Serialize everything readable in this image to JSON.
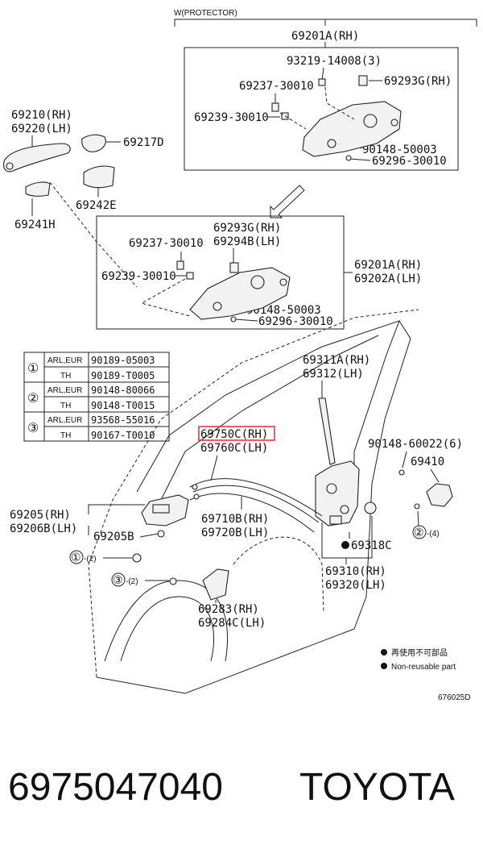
{
  "header": {
    "protector_label": "W(PROTECTOR)"
  },
  "labels": {
    "p69201A_top": "69201A(RH)",
    "p93219": "93219-14008(3)",
    "p69293G_top": "69293G(RH)",
    "p69237_top": "69237-30010",
    "p69239_top": "69239-30010",
    "p90148_top": "90148-50003",
    "p69296_top": "69296-30010",
    "p69210": "69210(RH)",
    "p69220": "69220(LH)",
    "p69217D": "69217D",
    "p69242E": "69242E",
    "p69241H": "69241H",
    "p69293G_mid": "69293G(RH)",
    "p69294B": "69294B(LH)",
    "p69237_mid": "69237-30010",
    "p69239_mid": "69239-30010",
    "p69201A_mid": "69201A(RH)",
    "p69202A": "69202A(LH)",
    "p90148_mid": "90148-50003",
    "p69296_mid": "69296-30010",
    "p69311A": "69311A(RH)",
    "p69312": "69312(LH)",
    "p69750C": "69750C(RH)",
    "p69760C": "69760C(LH)",
    "p90148_60022": "90148-60022(6)",
    "p69410": "69410",
    "p69205_rh": "69205(RH)",
    "p69206B": "69206B(LH)",
    "p69205B": "69205B",
    "p69710B": "69710B(RH)",
    "p69720B": "69720B(LH)",
    "p69318C": "69318C",
    "p69310": "69310(RH)",
    "p69320": "69320(LH)",
    "p69283": "69283(RH)",
    "p69284C": "69284C(LH)",
    "c1_ref": "①",
    "c1_qty": "-(2)",
    "c3_ref": "③",
    "c3_qty": "-(2)",
    "c2_ref": "②",
    "c2_qty": "-(4)"
  },
  "table": {
    "rows": [
      {
        "ref": "①",
        "variants": [
          {
            "market": "ARL,EUR",
            "part": "90189-05003"
          },
          {
            "market": "TH",
            "part": "90189-T0005"
          }
        ]
      },
      {
        "ref": "②",
        "variants": [
          {
            "market": "ARL,EUR",
            "part": "90148-80066"
          },
          {
            "market": "TH",
            "part": "90148-T0015"
          }
        ]
      },
      {
        "ref": "③",
        "variants": [
          {
            "market": "ARL,EUR",
            "part": "93568-55016"
          },
          {
            "market": "TH",
            "part": "90167-T0010"
          }
        ]
      }
    ]
  },
  "legend": {
    "line1": "再使用不可部品",
    "line2": "Non-reusable part"
  },
  "diagram_code": "676025D",
  "footer": {
    "part_number": "6975047040",
    "brand": "TOYOTA"
  },
  "colors": {
    "highlight": "#e03030"
  }
}
